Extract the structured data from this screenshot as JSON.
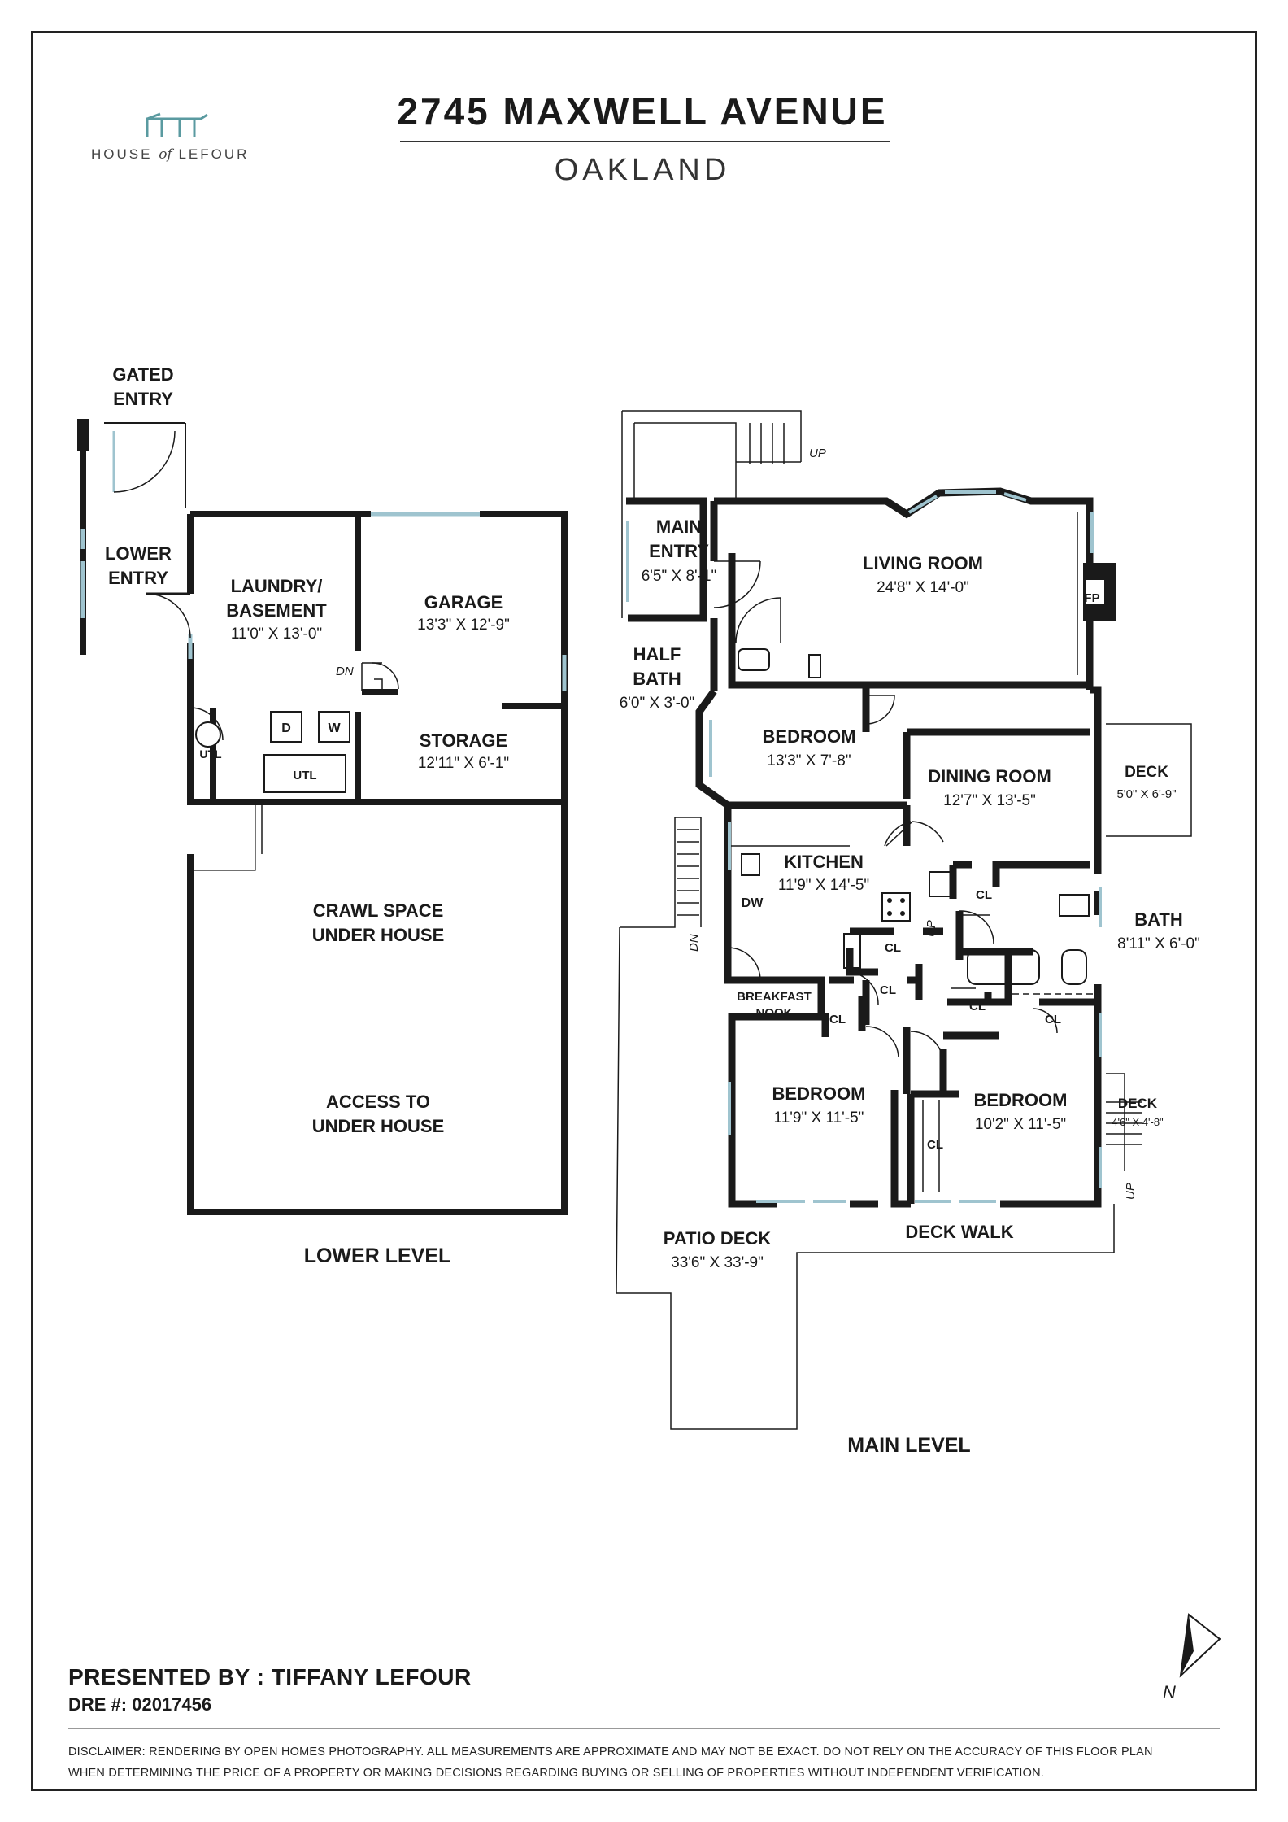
{
  "header": {
    "title": "2745 MAXWELL AVENUE",
    "subtitle": "OAKLAND",
    "logo_text_1": "HOUSE ",
    "logo_text_2": "of",
    "logo_text_3": " LEFOUR"
  },
  "lower_level": {
    "level_label": "LOWER LEVEL",
    "gated_entry": [
      "GATED",
      "ENTRY"
    ],
    "lower_entry": [
      "LOWER",
      "ENTRY"
    ],
    "laundry": {
      "name": [
        "LAUNDRY/",
        "BASEMENT"
      ],
      "dims": "11'0\" X 13'-0\""
    },
    "garage": {
      "name": "GARAGE",
      "dims": "13'3\" X 12'-9\""
    },
    "storage": {
      "name": "STORAGE",
      "dims": "12'11\" X 6'-1\""
    },
    "crawl_space": [
      "CRAWL SPACE",
      "UNDER HOUSE"
    ],
    "access": [
      "ACCESS TO",
      "UNDER HOUSE"
    ],
    "fixtures": {
      "dryer": "D",
      "washer": "W",
      "utl": "UTL",
      "dn": "DN"
    }
  },
  "main_level": {
    "level_label": "MAIN LEVEL",
    "main_entry": {
      "name": [
        "MAIN",
        "ENTRY"
      ],
      "dims": "6'5\" X 8'-1\""
    },
    "living_room": {
      "name": "LIVING ROOM",
      "dims": "24'8\" X 14'-0\""
    },
    "half_bath": {
      "name": [
        "HALF",
        "BATH"
      ],
      "dims": "6'0\" X 3'-0\""
    },
    "bedroom_1": {
      "name": "BEDROOM",
      "dims": "13'3\" X 7'-8\""
    },
    "dining_room": {
      "name": "DINING ROOM",
      "dims": "12'7\" X 13'-5\""
    },
    "deck_1": {
      "name": "DECK",
      "dims": "5'0\" X 6'-9\""
    },
    "kitchen": {
      "name": "KITCHEN",
      "dims": "11'9\" X 14'-5\""
    },
    "bath": {
      "name": "BATH",
      "dims": "8'11\" X 6'-0\""
    },
    "breakfast_nook": [
      "BREAKFAST",
      "NOOK"
    ],
    "bedroom_2": {
      "name": "BEDROOM",
      "dims": "11'9\" X 11'-5\""
    },
    "bedroom_3": {
      "name": "BEDROOM",
      "dims": "10'2\" X 11'-5\""
    },
    "deck_2": {
      "name": "DECK",
      "dims": "4'6\" X 4'-8\""
    },
    "patio_deck": {
      "name": "PATIO DECK",
      "dims": "33'6\" X 33'-9\""
    },
    "deck_walk": "DECK WALK",
    "fixtures": {
      "fp": "FP",
      "dw": "DW",
      "cl": "CL",
      "up": "UP",
      "dn": "DN"
    }
  },
  "compass": {
    "north": "N"
  },
  "footer": {
    "presenter": "PRESENTED BY : TIFFANY LEFOUR",
    "dre": "DRE #: 02017456",
    "disclaimer_line_1": "DISCLAIMER: RENDERING BY OPEN HOMES PHOTOGRAPHY. ALL MEASUREMENTS ARE APPROXIMATE AND MAY NOT BE EXACT. DO NOT RELY ON THE ACCURACY OF THIS FLOOR PLAN",
    "disclaimer_line_2": "WHEN DETERMINING THE PRICE OF A PROPERTY OR MAKING DECISIONS REGARDING BUYING OR SELLING OF PROPERTIES WITHOUT INDEPENDENT VERIFICATION."
  },
  "colors": {
    "wall": "#1a1a1a",
    "window": "#9fc4cf",
    "logo": "#5a9aa0"
  }
}
